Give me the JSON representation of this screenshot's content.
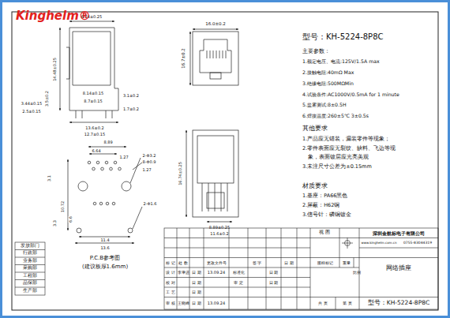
{
  "diagram": {
    "labels": [
      "Kinghelm®",
      "型号：KH-5224-8P8C",
      "主要参数：",
      "1.额定电压、电流:125V/1.5A max",
      "2.接触电阻:40mΩ Max",
      "3.绝缘电阻:500MΩMin",
      "4.试验条件:AC1000V/0.5mA for 1 minute",
      "5.盐雾测试:8±0.5H",
      "6.焊接温度:260±5℃ 3±0.5s",
      "其他要求",
      "1.产品应无错装，漏装零件等现象；",
      "2.零件表面应无裂纹、缺料、飞边等现",
      "象，表面镀层应光亮美观",
      "3.未注尺寸公差为±0.15mm",
      "材质要求",
      "1.基座：PA66黑色",
      "2.屏蔽：H62铜",
      "3.信号针：磷铜镀金",
      "6.74±0.25",
      "14.48±0.25",
      "3.5±0.2",
      "8.14±0.15",
      "8.7±0.15",
      "3.44±0.15",
      "2.5±0.15",
      "3.1±0.2",
      "1.7±0.2",
      "13.6±0.2",
      "12.7±0.15",
      "16.0±0.2",
      "16.7±0.2",
      "16.74±0.25",
      "8.89±0.25",
      "11.6±0.2",
      "8.89",
      "6.64",
      "1.27",
      "2-Φ3.2",
      "8-Φ0.9",
      "1.27",
      "3.1",
      "10.72",
      "3.3",
      "6.6",
      "11.4",
      "13.6",
      "2-Φ1.6",
      "P.C.B参考图",
      "(建议板厚1.6mm)",
      "发放部门",
      "行政部",
      "业务部",
      "采购部",
      "工程部",
      "品保部",
      "生产部",
      "视 图",
      "深圳金航标电子有限公司",
      "www.kinghelm.com.cn",
      "0755-83044319",
      "网络插座",
      "型号：KH-5224-8P8C",
      "标 记",
      "处 数",
      "更改文件号",
      "签 字",
      "日 期",
      "图样标记",
      "重量",
      "比例",
      "设 计",
      "李肇进",
      "日 期",
      "13.09.24",
      "标准化",
      "日 期",
      "校 对",
      "日 期",
      "审 定",
      "日 期",
      "工 艺",
      "日 期",
      "审 核",
      "王晓峰",
      "日 期",
      "13.09.24",
      "共 页",
      "第 页"
    ]
  }
}
